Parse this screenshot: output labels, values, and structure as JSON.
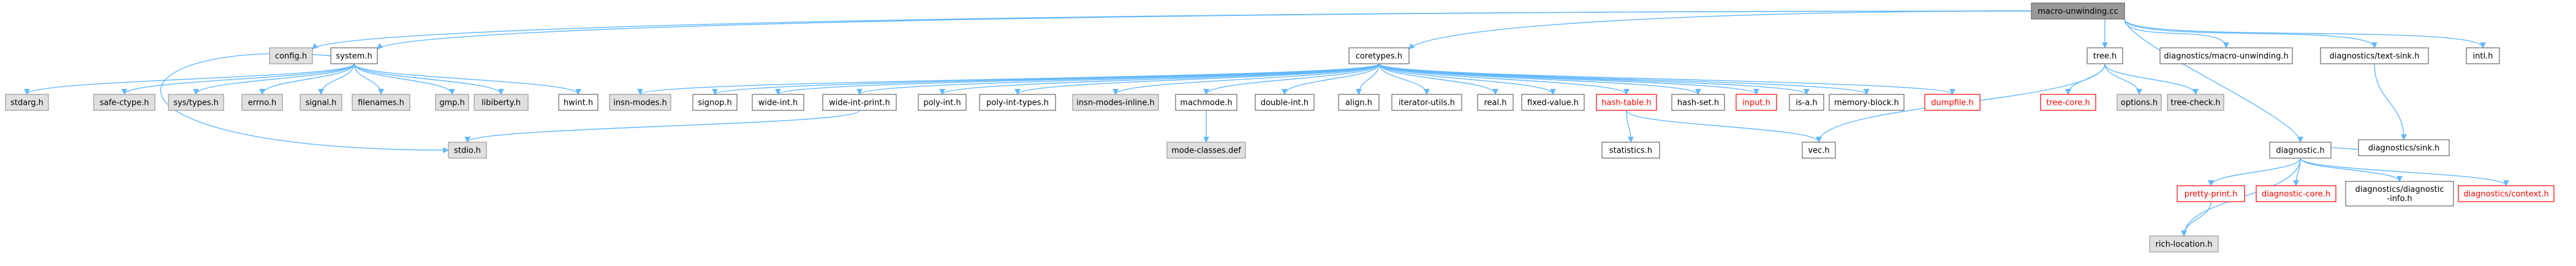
{
  "nodes": [
    {
      "id": "macro-unwinding-cc",
      "label": "macro-unwinding.cc",
      "style": "root"
    },
    {
      "id": "config-h",
      "label": "config.h",
      "style": "grey"
    },
    {
      "id": "system-h",
      "label": "system.h",
      "style": "normal"
    },
    {
      "id": "coretypes-h",
      "label": "coretypes.h",
      "style": "normal"
    },
    {
      "id": "diag-macro-unwinding-h",
      "label": "diagnostics/macro-unwinding.h",
      "style": "normal"
    },
    {
      "id": "diag-text-sink-h",
      "label": "diagnostics/text-sink.h",
      "style": "normal"
    },
    {
      "id": "tree-h",
      "label": "tree.h",
      "style": "normal"
    },
    {
      "id": "intl-h",
      "label": "intl.h",
      "style": "normal"
    },
    {
      "id": "stdarg-h",
      "label": "stdarg.h",
      "style": "grey"
    },
    {
      "id": "safe-ctype-h",
      "label": "safe-ctype.h",
      "style": "grey"
    },
    {
      "id": "sys-types-h",
      "label": "sys/types.h",
      "style": "grey"
    },
    {
      "id": "errno-h",
      "label": "errno.h",
      "style": "grey"
    },
    {
      "id": "signal-h",
      "label": "signal.h",
      "style": "grey"
    },
    {
      "id": "filenames-h",
      "label": "filenames.h",
      "style": "grey"
    },
    {
      "id": "gmp-h",
      "label": "gmp.h",
      "style": "grey"
    },
    {
      "id": "libiberty-h",
      "label": "libiberty.h",
      "style": "grey"
    },
    {
      "id": "hwint-h",
      "label": "hwint.h",
      "style": "normal"
    },
    {
      "id": "insn-modes-h",
      "label": "insn-modes.h",
      "style": "grey"
    },
    {
      "id": "signop-h",
      "label": "signop.h",
      "style": "normal"
    },
    {
      "id": "wide-int-h",
      "label": "wide-int.h",
      "style": "normal"
    },
    {
      "id": "wide-int-print-h",
      "label": "wide-int-print.h",
      "style": "normal"
    },
    {
      "id": "poly-int-h",
      "label": "poly-int.h",
      "style": "normal"
    },
    {
      "id": "poly-int-types-h",
      "label": "poly-int-types.h",
      "style": "normal"
    },
    {
      "id": "insn-modes-inline-h",
      "label": "insn-modes-inline.h",
      "style": "grey"
    },
    {
      "id": "machmode-h",
      "label": "machmode.h",
      "style": "normal"
    },
    {
      "id": "double-int-h",
      "label": "double-int.h",
      "style": "normal"
    },
    {
      "id": "align-h",
      "label": "align.h",
      "style": "normal"
    },
    {
      "id": "iterator-utils-h",
      "label": "iterator-utils.h",
      "style": "normal"
    },
    {
      "id": "real-h",
      "label": "real.h",
      "style": "normal"
    },
    {
      "id": "fixed-value-h",
      "label": "fixed-value.h",
      "style": "normal"
    },
    {
      "id": "hash-table-h",
      "label": "hash-table.h",
      "style": "red"
    },
    {
      "id": "hash-set-h",
      "label": "hash-set.h",
      "style": "normal"
    },
    {
      "id": "input-h",
      "label": "input.h",
      "style": "red"
    },
    {
      "id": "is-a-h",
      "label": "is-a.h",
      "style": "normal"
    },
    {
      "id": "memory-block-h",
      "label": "memory-block.h",
      "style": "normal"
    },
    {
      "id": "dumpfile-h",
      "label": "dumpfile.h",
      "style": "red"
    },
    {
      "id": "tree-core-h",
      "label": "tree-core.h",
      "style": "red"
    },
    {
      "id": "options-h",
      "label": "options.h",
      "style": "grey"
    },
    {
      "id": "tree-check-h",
      "label": "tree-check.h",
      "style": "grey"
    },
    {
      "id": "diag-sink-h",
      "label": "diagnostics/sink.h",
      "style": "normal"
    },
    {
      "id": "stdio-h",
      "label": "stdio.h",
      "style": "grey"
    },
    {
      "id": "mode-classes-def",
      "label": "mode-classes.def",
      "style": "grey"
    },
    {
      "id": "statistics-h",
      "label": "statistics.h",
      "style": "normal"
    },
    {
      "id": "vec-h",
      "label": "vec.h",
      "style": "normal"
    },
    {
      "id": "diagnostic-h",
      "label": "diagnostic.h",
      "style": "normal"
    },
    {
      "id": "pretty-print-h",
      "label": "pretty-print.h",
      "style": "red"
    },
    {
      "id": "diagnostic-core-h",
      "label": "diagnostic-core.h",
      "style": "red"
    },
    {
      "id": "diag-diagnostic-info-h",
      "label": "diagnostics/diagnostic-info.h",
      "label_lines": [
        "diagnostics/diagnostic",
        "-info.h"
      ],
      "style": "normal"
    },
    {
      "id": "diag-context-h",
      "label": "diagnostics/context.h",
      "style": "red"
    },
    {
      "id": "rich-location-h",
      "label": "rich-location.h",
      "style": "grey"
    }
  ],
  "edges": [
    [
      "macro-unwinding-cc",
      "config-h"
    ],
    [
      "macro-unwinding-cc",
      "system-h"
    ],
    [
      "macro-unwinding-cc",
      "coretypes-h"
    ],
    [
      "macro-unwinding-cc",
      "diag-macro-unwinding-h"
    ],
    [
      "macro-unwinding-cc",
      "diag-text-sink-h"
    ],
    [
      "macro-unwinding-cc",
      "tree-h"
    ],
    [
      "macro-unwinding-cc",
      "intl-h"
    ],
    [
      "macro-unwinding-cc",
      "diagnostic-h"
    ],
    [
      "system-h",
      "stdarg-h"
    ],
    [
      "system-h",
      "safe-ctype-h"
    ],
    [
      "system-h",
      "sys-types-h"
    ],
    [
      "system-h",
      "errno-h"
    ],
    [
      "system-h",
      "signal-h"
    ],
    [
      "system-h",
      "filenames-h"
    ],
    [
      "system-h",
      "gmp-h"
    ],
    [
      "system-h",
      "libiberty-h"
    ],
    [
      "system-h",
      "hwint-h"
    ],
    [
      "system-h",
      "stdio-h"
    ],
    [
      "coretypes-h",
      "insn-modes-h"
    ],
    [
      "coretypes-h",
      "signop-h"
    ],
    [
      "coretypes-h",
      "wide-int-h"
    ],
    [
      "coretypes-h",
      "wide-int-print-h"
    ],
    [
      "coretypes-h",
      "poly-int-h"
    ],
    [
      "coretypes-h",
      "poly-int-types-h"
    ],
    [
      "coretypes-h",
      "insn-modes-inline-h"
    ],
    [
      "coretypes-h",
      "machmode-h"
    ],
    [
      "coretypes-h",
      "double-int-h"
    ],
    [
      "coretypes-h",
      "align-h"
    ],
    [
      "coretypes-h",
      "iterator-utils-h"
    ],
    [
      "coretypes-h",
      "real-h"
    ],
    [
      "coretypes-h",
      "fixed-value-h"
    ],
    [
      "coretypes-h",
      "hash-table-h"
    ],
    [
      "coretypes-h",
      "hash-set-h"
    ],
    [
      "coretypes-h",
      "input-h"
    ],
    [
      "coretypes-h",
      "is-a-h"
    ],
    [
      "coretypes-h",
      "memory-block-h"
    ],
    [
      "coretypes-h",
      "dumpfile-h"
    ],
    [
      "wide-int-print-h",
      "stdio-h"
    ],
    [
      "machmode-h",
      "mode-classes-def"
    ],
    [
      "hash-table-h",
      "statistics-h"
    ],
    [
      "hash-table-h",
      "vec-h"
    ],
    [
      "tree-h",
      "tree-core-h"
    ],
    [
      "tree-h",
      "options-h"
    ],
    [
      "tree-h",
      "tree-check-h"
    ],
    [
      "tree-h",
      "vec-h"
    ],
    [
      "diag-text-sink-h",
      "diag-sink-h"
    ],
    [
      "diag-sink-h",
      "diagnostic-h"
    ],
    [
      "diagnostic-h",
      "pretty-print-h"
    ],
    [
      "diagnostic-h",
      "diagnostic-core-h"
    ],
    [
      "diagnostic-h",
      "diag-diagnostic-info-h"
    ],
    [
      "diagnostic-h",
      "diag-context-h"
    ],
    [
      "diagnostic-h",
      "rich-location-h"
    ],
    [
      "pretty-print-h",
      "rich-location-h"
    ]
  ],
  "colors": {
    "edge": "#63b8ff",
    "normal_fill": "#ffffff",
    "normal_stroke": "#666666",
    "normal_text": "#000000",
    "grey_fill": "#e0e0e0",
    "grey_stroke": "#999999",
    "grey_text": "#000000",
    "red_fill": "#ffffff",
    "red_stroke": "#ff0000",
    "red_text": "#ff0000",
    "root_fill": "#999999",
    "root_stroke": "#666666",
    "root_text": "#000000"
  }
}
